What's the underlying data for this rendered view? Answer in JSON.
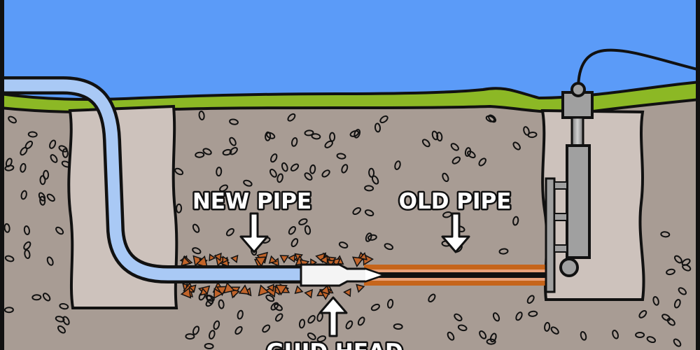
{
  "diagram": {
    "title": "Trenchless pipe bursting diagram",
    "labels": {
      "new_pipe": "NEW PIPE",
      "old_pipe": "OLD PIPE",
      "guide_head": "GUID HEAD"
    },
    "colors": {
      "sky": "#5b9bf8",
      "grass": "#8cb825",
      "soil": "#a89c94",
      "pit": "#cdc2bc",
      "new_pipe": "#a9c9f5",
      "old_pipe": "#c6651b",
      "old_pipe_inner": "#e8a27a",
      "guide_head": "#f4f4f4",
      "machine": "#a0a0a0",
      "outline": "#111111",
      "debris": "#c1642a"
    },
    "components": [
      "sky",
      "ground-surface",
      "soil",
      "entry-pit",
      "exit-pit",
      "new-pipe",
      "old-pipe",
      "guide-head",
      "hydraulic-puller",
      "debris-fragments"
    ]
  }
}
